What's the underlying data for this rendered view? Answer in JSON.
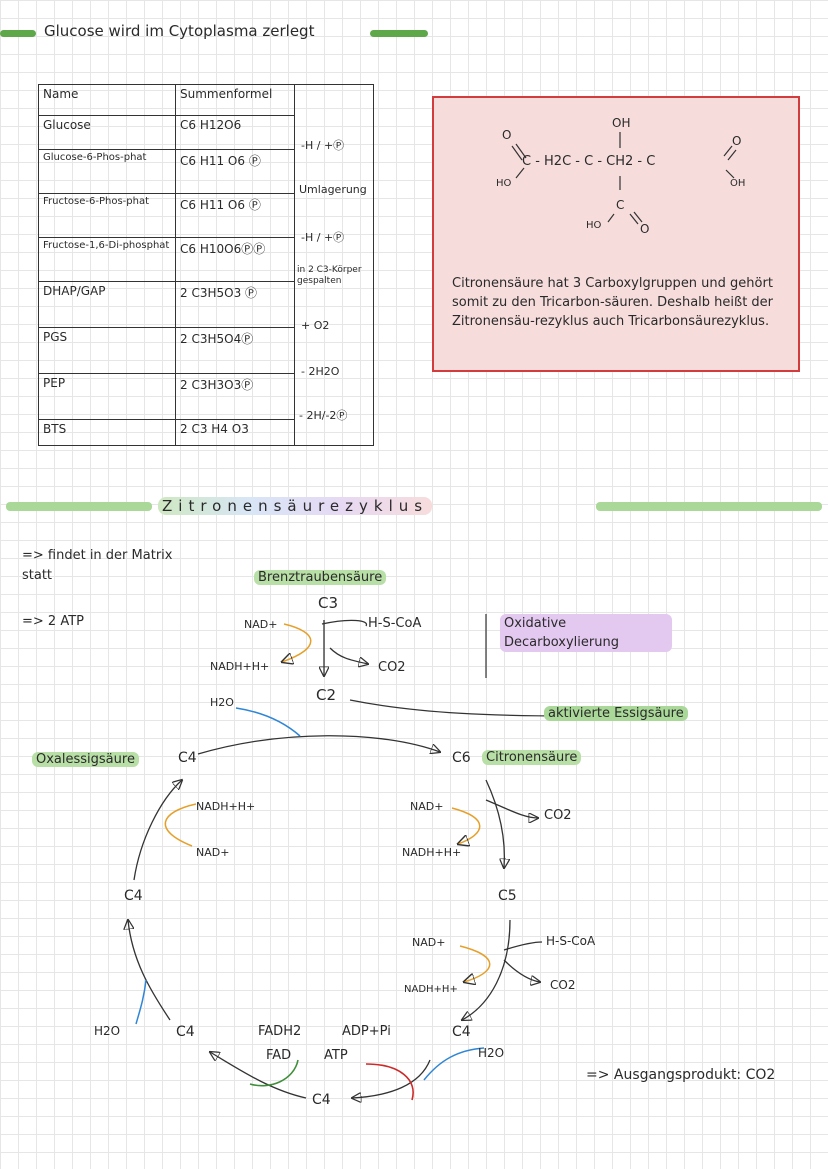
{
  "heading1": "Glucose wird im Cytoplasma zerlegt",
  "table": {
    "headers": [
      "Name",
      "Summenformel"
    ],
    "rows": [
      {
        "name": "Glucose",
        "formula": "C6 H12O6"
      },
      {
        "name": "Glucose-6-Phos-phat",
        "formula": "C6 H11 O6 Ⓟ"
      },
      {
        "name": "Fructose-6-Phos-phat",
        "formula": "C6 H11 O6 Ⓟ"
      },
      {
        "name": "Fructose-1,6-Di-phosphat",
        "formula": "C6 H10O6ⓅⓅ"
      },
      {
        "name": "DHAP/GAP",
        "formula": "2 C3H5O3 Ⓟ"
      },
      {
        "name": "PGS",
        "formula": "2 C3H5O4Ⓟ"
      },
      {
        "name": "PEP",
        "formula": "2 C3H3O3Ⓟ"
      },
      {
        "name": "BTS",
        "formula": "2 C3 H4 O3"
      }
    ],
    "steps": [
      "-H / +Ⓟ",
      "Umlagerung",
      "-H / +Ⓟ",
      "in 2 C3-Körper gespalten",
      "+ O2",
      "- 2H2O",
      "- 2H/-2Ⓟ"
    ]
  },
  "citrate_box": {
    "molecule": {
      "oh_top": "OH",
      "chain": "C - H2C - C - CH2 - C",
      "o_left": "O",
      "ho_left": "HO",
      "o_right": "O",
      "oh_right": "OH",
      "c_bottom": "C",
      "ho_bottom": "HO",
      "o_bottom": "O"
    },
    "text": "Citronensäure hat 3 Carboxylgruppen und gehört somit zu den Tricarbon-säuren. Deshalb heißt der Zitronensäu-rezyklus auch Tricarbonsäurezyklus."
  },
  "heading2": "Zitronensäurezyklus",
  "notes": {
    "matrix": "=> findet in der Matrix statt",
    "atp": "=> 2 ATP",
    "final": "=> Ausgangsprodukt: CO2"
  },
  "cycle": {
    "brenztraube": "Brenztraubensäure",
    "c3": "C3",
    "nad_top": "NAD+",
    "hscoa_top": "H-S-CoA",
    "nadh_top": "NADH+H+",
    "co2_top": "CO2",
    "oxidative": "Oxidative Decarboxylierung",
    "c2": "C2",
    "aktivierte": "aktivierte Essigsäure",
    "h2o_top": "H2O",
    "oxal": "Oxalessigsäure",
    "c4_left_top": "C4",
    "c6": "C6",
    "citronen": "Citronensäure",
    "nadh_left": "NADH+H+",
    "nad_left": "NAD+",
    "nad_r1": "NAD+",
    "co2_r1": "CO2",
    "nadh_r1": "NADH+H+",
    "c4_left": "C4",
    "c5": "C5",
    "nad_r2": "NAD+",
    "hscoa_r2": "H-S-CoA",
    "nadh_r2": "NADH+H+",
    "co2_r2": "CO2",
    "h2o_left": "H2O",
    "c4_bottom_left": "C4",
    "fadh2": "FADH2",
    "fad": "FAD",
    "adp": "ADP+Pi",
    "atp": "ATP",
    "c4_right": "C4",
    "h2o_right": "H2O",
    "c4_bottom": "C4"
  },
  "colors": {
    "green": "#5ea84a",
    "orange": "#e6a02a",
    "blue": "#2f86d6",
    "red": "#cc2a2a",
    "grass": "#3f8f3a"
  }
}
